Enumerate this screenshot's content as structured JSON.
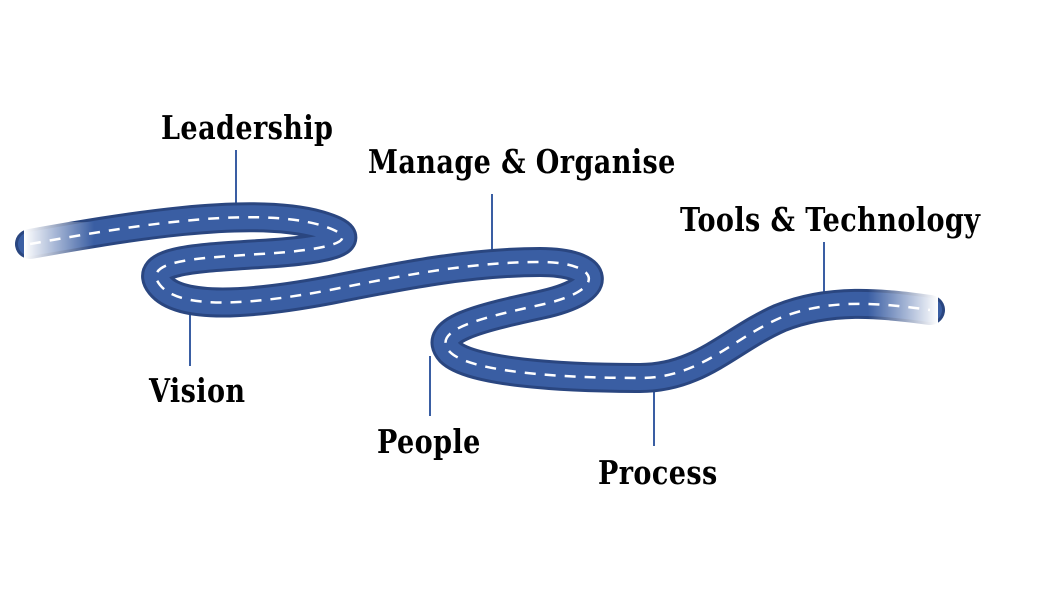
{
  "roadmap": {
    "road_color": "#3a5ea3",
    "road_edge_color": "#2a4680",
    "dash_color": "#ffffff",
    "connector_color": "#3a5ea3",
    "milestones": [
      {
        "label": "Leadership"
      },
      {
        "label": "Manage & Organise"
      },
      {
        "label": "Tools & Technology"
      },
      {
        "label": "Vision"
      },
      {
        "label": "People"
      },
      {
        "label": "Process"
      }
    ]
  }
}
